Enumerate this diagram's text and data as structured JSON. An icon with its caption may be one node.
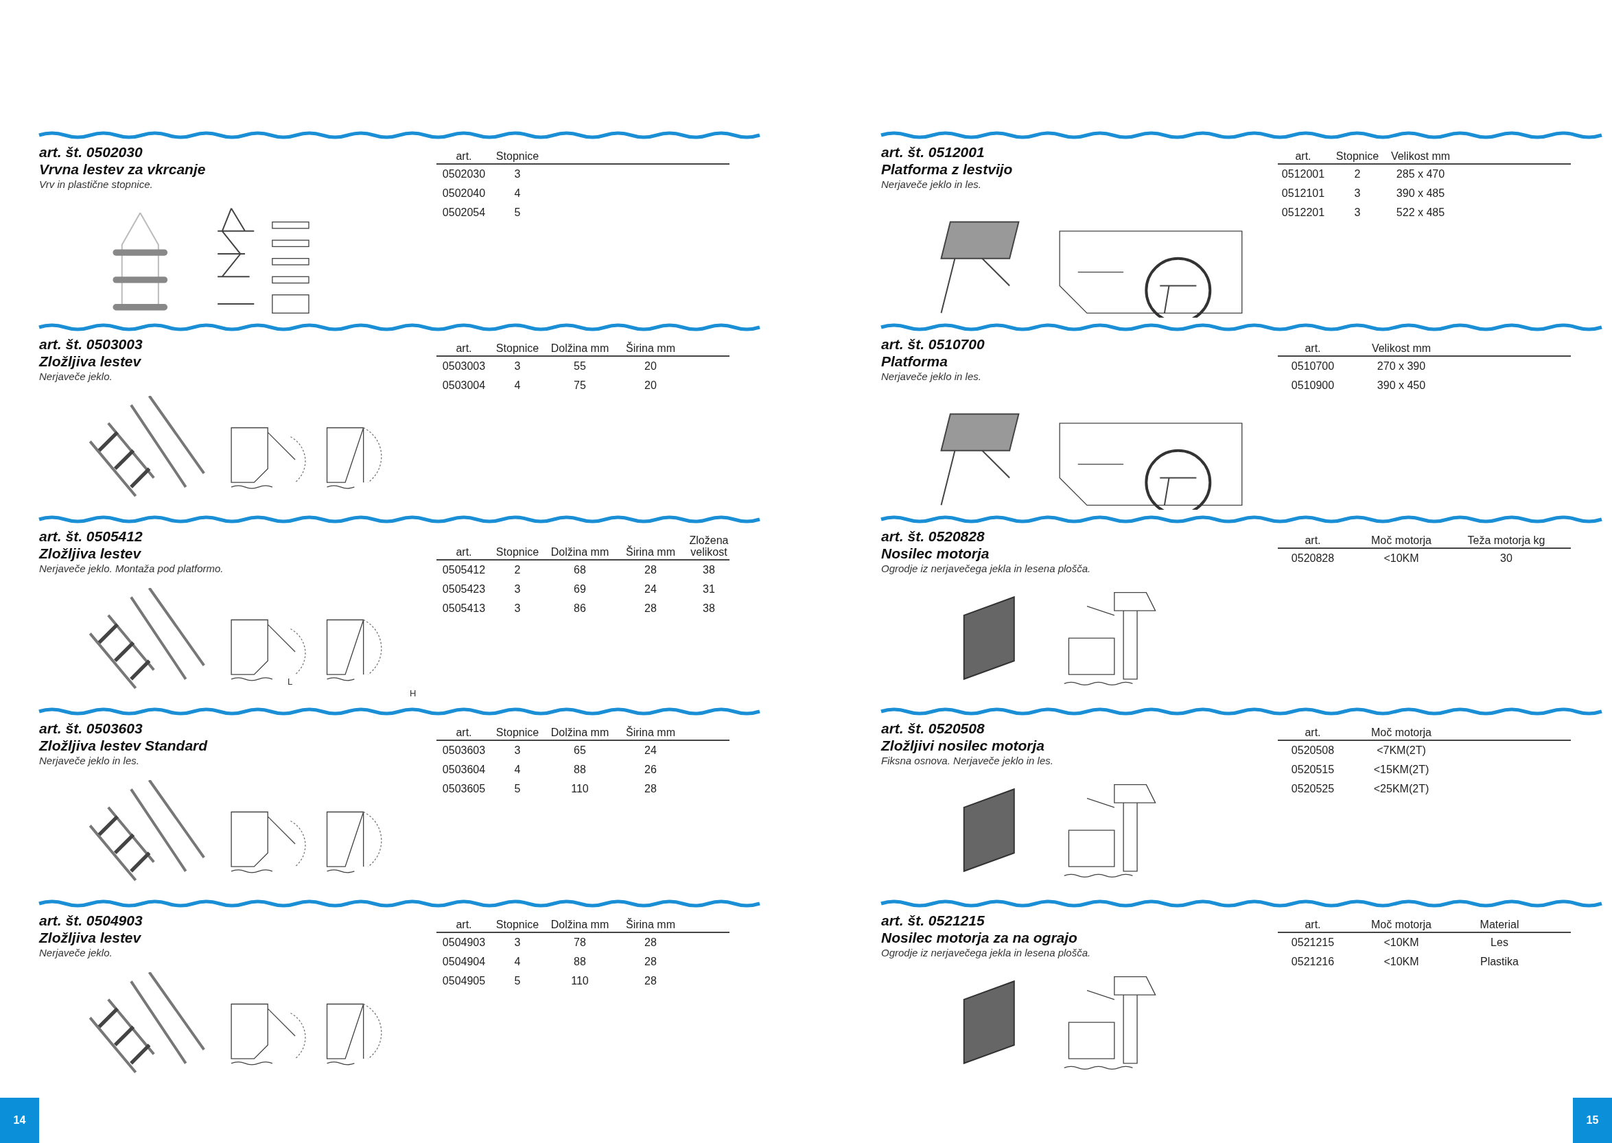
{
  "diagram": {
    "nodes": [
      {
        "text": [
          "14"
        ]
      },
      {
        "text": [
          "15"
        ]
      }
    ],
    "labels": [
      "art. št. 0502030",
      "Vrvna lestev za vkrcanje",
      "Vrv in plastične stopnice.",
      "art.",
      "Stopnice",
      "0502030",
      "3",
      "0502040",
      "4",
      "0502054",
      "5",
      "art. št. 0503003",
      "Zložljiva lestev",
      "Nerjaveče jeklo.",
      "art.",
      "Stopnice",
      "Dolžina mm",
      "Širina mm",
      "0503003",
      "3",
      "55",
      "20",
      "0503004",
      "4",
      "75",
      "20",
      "art. št. 0505412",
      "Zložljiva lestev",
      "Nerjaveče jeklo. Montaža pod platformo.",
      "art.",
      "Stopnice",
      "Dolžina mm",
      "Širina mm",
      "Zložena velikost",
      "0505412",
      "2",
      "68",
      "28",
      "38",
      "0505423",
      "3",
      "69",
      "24",
      "31",
      "0505413",
      "3",
      "86",
      "28",
      "38",
      "L",
      "H",
      "art. št. 0503603",
      "Zložljiva lestev Standard",
      "Nerjaveče jeklo in les.",
      "art.",
      "Stopnice",
      "Dolžina mm",
      "Širina mm",
      "0503603",
      "3",
      "65",
      "24",
      "0503604",
      "4",
      "88",
      "26",
      "0503605",
      "5",
      "110",
      "28",
      "art. št. 0504903",
      "Zložljiva lestev",
      "Nerjaveče jeklo.",
      "art.",
      "Stopnice",
      "Dolžina mm",
      "Širina mm",
      "0504903",
      "3",
      "78",
      "28",
      "0504904",
      "4",
      "88",
      "28",
      "0504905",
      "5",
      "110",
      "28",
      "art. št. 0512001",
      "Platforma z lestvijo",
      "Nerjaveče jeklo in les.",
      "art.",
      "Stopnice",
      "Velikost mm",
      "0512001",
      "2",
      "285 x 470",
      "0512101",
      "3",
      "390 x 485",
      "0512201",
      "3",
      "522 x 485",
      "art. št. 0510700",
      "Platforma",
      "Nerjaveče jeklo in les.",
      "art.",
      "Velikost mm",
      "0510700",
      "270 x 390",
      "0510900",
      "390 x 450",
      "art. št. 0520828",
      "Nosilec motorja",
      "Ogrodje iz nerjavečega jekla in lesena plošča.",
      "art.",
      "Moč motorja",
      "Teža motorja kg",
      "0520828",
      "<10KM",
      "30",
      "art. št. 0520508",
      "Zložljivi nosilec motorja",
      "Fiksna osnova. Nerjaveče jeklo in les.",
      "art.",
      "Moč motorja",
      "0520508",
      "<7KM(2T)",
      "0520515",
      "<15KM(2T)",
      "0520525",
      "<25KM(2T)",
      "art. št. 0521215",
      "Nosilec motorja za na ograjo",
      "Ogrodje iz nerjavečega jekla in lesena plošča.",
      "art.",
      "Moč motorja",
      "Material",
      "0521215",
      "<10KM",
      "Les",
      "0521216",
      "<10KM",
      "Plastika"
    ]
  }
}
